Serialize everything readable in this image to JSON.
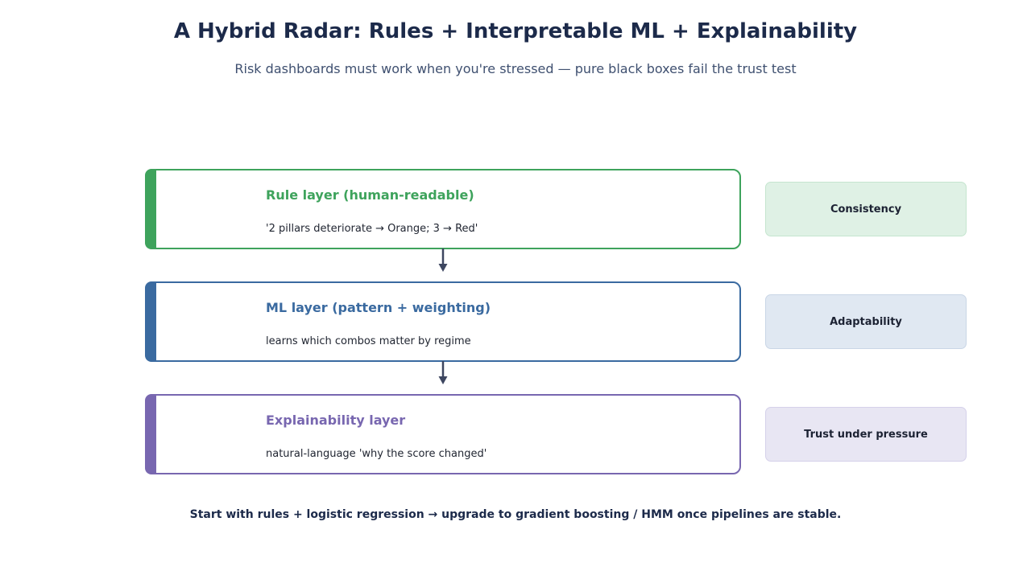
{
  "title": "A Hybrid Radar: Rules + Interpretable ML + Explainability",
  "subtitle": "Risk dashboards must work when you're stressed — pure black boxes fail the trust test",
  "layers": [
    {
      "name": "Rule layer (human-readable)",
      "description": "'2 pillars deteriorate → Orange; 3 → Red'",
      "benefit": "Consistency",
      "color": "#3ea35c"
    },
    {
      "name": "ML layer (pattern + weighting)",
      "description": "learns which combos matter by regime",
      "benefit": "Adaptability",
      "color": "#3a6aa0"
    },
    {
      "name": "Explainability layer",
      "description": "natural-language 'why the score changed'",
      "benefit": "Trust under pressure",
      "color": "#7867b0"
    }
  ],
  "footer": "Start with rules + logistic regression → upgrade to gradient boosting / HMM once pipelines are stable.",
  "colors": {
    "title": "#1c2a4a",
    "subtitle": "#3f5070",
    "arrow": "#3d4660"
  }
}
